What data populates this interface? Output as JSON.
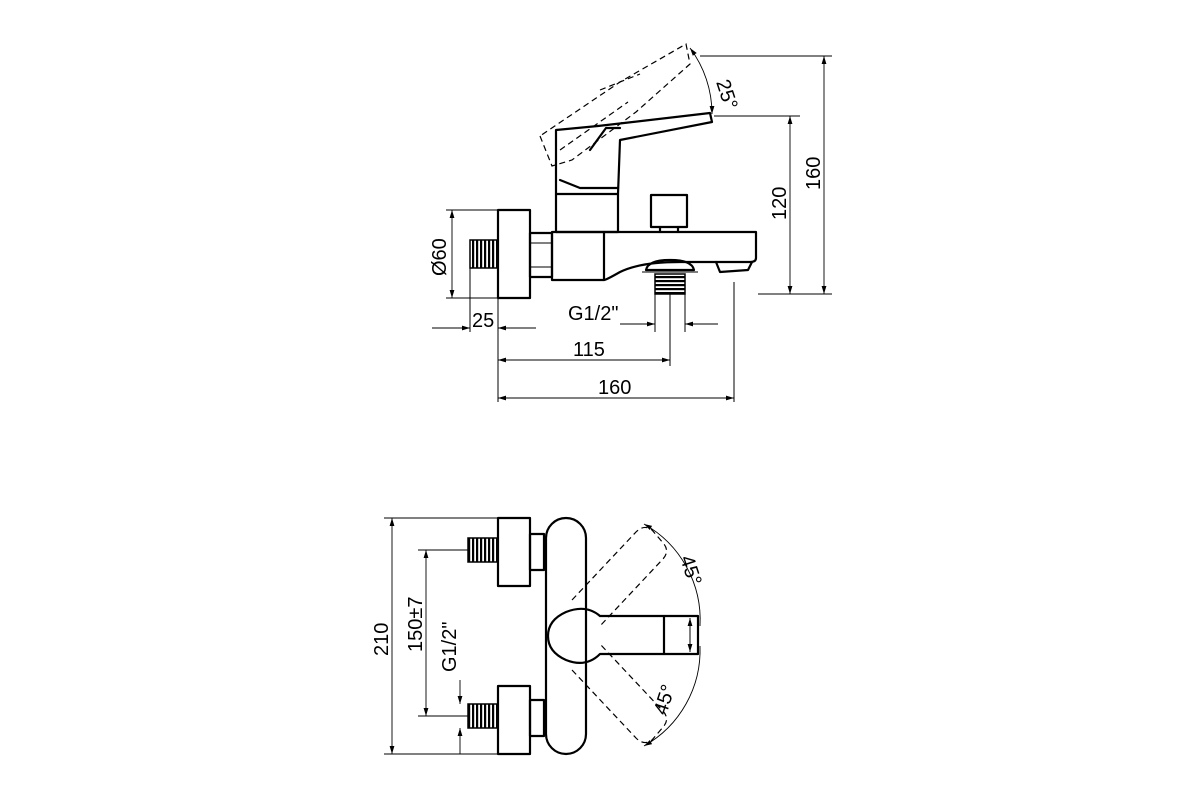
{
  "side_view": {
    "angle_handle": "25°",
    "height_lever": "120",
    "height_total": "160",
    "diameter": "Ø60",
    "thread": "G1/2\"",
    "depth_rosette": "25",
    "depth_outlet": "115",
    "depth_total": "160"
  },
  "top_view": {
    "width_total": "210",
    "center_distance": "150±7",
    "thread": "G1/2\"",
    "angle_up": "45°",
    "angle_down": "45°"
  }
}
